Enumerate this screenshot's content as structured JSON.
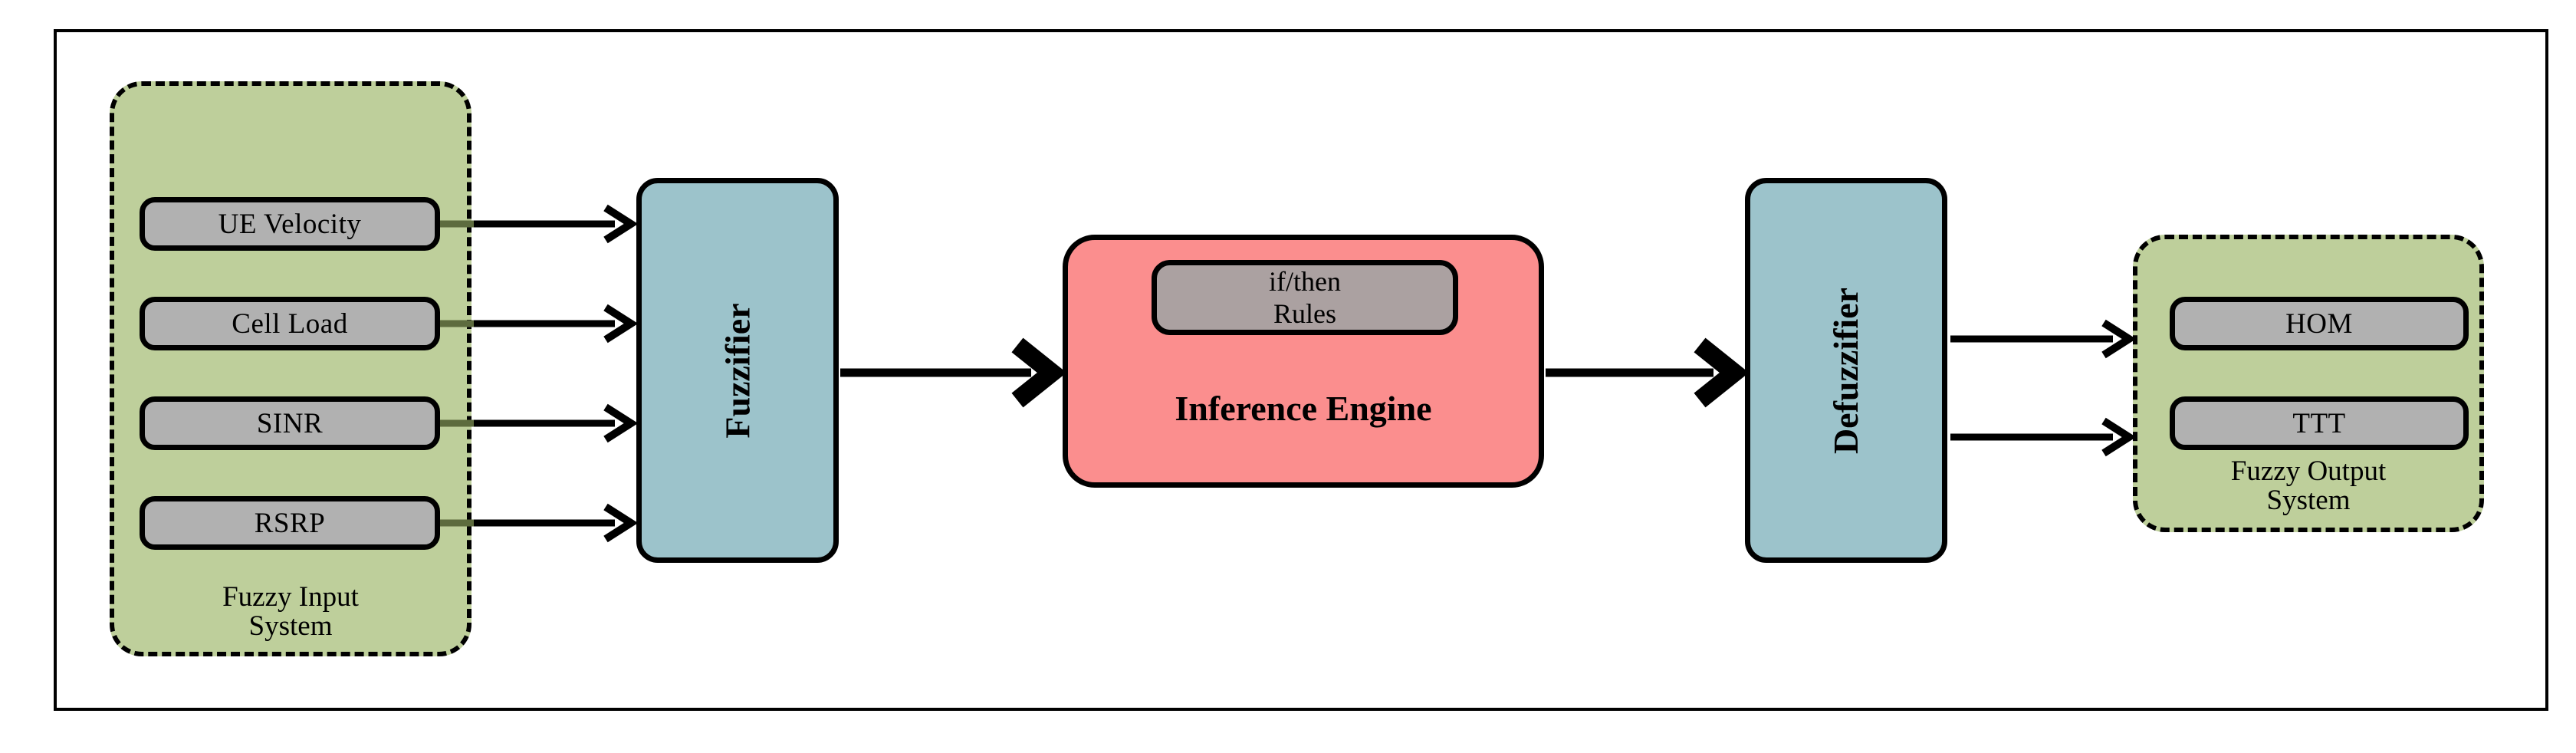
{
  "diagram": {
    "input_group": {
      "label_line1": "Fuzzy Input",
      "label_line2": "System",
      "items": [
        {
          "label": "UE Velocity"
        },
        {
          "label": "Cell Load"
        },
        {
          "label": "SINR"
        },
        {
          "label": "RSRP"
        }
      ]
    },
    "fuzzifier": {
      "label": "Fuzzifier"
    },
    "inference_engine": {
      "label": "Inference Engine",
      "rules_label_line1": "if/then",
      "rules_label_line2": "Rules"
    },
    "defuzzifier": {
      "label": "Defuzzifier"
    },
    "output_group": {
      "label_line1": "Fuzzy Output",
      "label_line2": "System",
      "items": [
        {
          "label": "HOM"
        },
        {
          "label": "TTT"
        }
      ]
    },
    "colors": {
      "group_fill": "#becf9b",
      "process_fill": "#9cc3cb",
      "engine_fill": "#fb8e8e",
      "item_fill": "#b1b1b1",
      "rules_fill": "#aba1a1",
      "border": "#000000",
      "arrow": "#000000",
      "arrow_stub": "#5d6b3e",
      "background": "#ffffff"
    }
  }
}
